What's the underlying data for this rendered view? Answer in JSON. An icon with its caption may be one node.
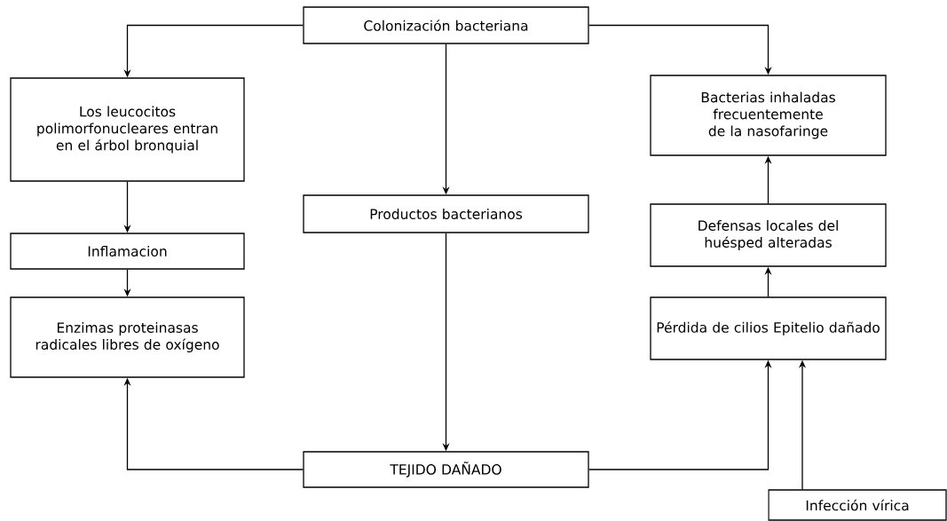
{
  "diagram": {
    "nodes": [
      {
        "text": [
          "Colonización bacteriana"
        ]
      },
      {
        "text": [
          "Los leucocitos polimorfonucleares entran en el árbol bronquial"
        ]
      },
      {
        "text": [
          "Inflamacion"
        ]
      },
      {
        "text": [
          "Enzimas proteinasas radicales libres de oxígeno"
        ]
      },
      {
        "text": [
          "Productos bacterianos"
        ]
      },
      {
        "text": [
          "TEJIDO DAÑADO"
        ]
      },
      {
        "text": [
          "Bacterias inhaladas frecuentemente de la nasofaringe"
        ]
      },
      {
        "text": [
          "Defensas locales del huésped alteradas"
        ]
      },
      {
        "text": [
          "Pérdida de cilios Epitelio dañado"
        ]
      },
      {
        "text": [
          "Infección vírica"
        ]
      }
    ],
    "edges": [
      {
        "from": 0,
        "to": 1,
        "arrow": "to"
      },
      {
        "from": 0,
        "to": 4,
        "arrow": "to"
      },
      {
        "from": 0,
        "to": 6,
        "arrow": "to"
      },
      {
        "from": 1,
        "to": 2,
        "arrow": "to"
      },
      {
        "from": 2,
        "to": 3,
        "arrow": "to"
      },
      {
        "from": 4,
        "to": 5,
        "arrow": "to"
      },
      {
        "from": 5,
        "to": 3,
        "arrow": "to"
      },
      {
        "from": 5,
        "to": 8,
        "arrow": "to"
      },
      {
        "from": 9,
        "to": 8,
        "arrow": "to"
      },
      {
        "from": 8,
        "to": 7,
        "arrow": "to"
      },
      {
        "from": 7,
        "to": 6,
        "arrow": "to"
      }
    ]
  }
}
